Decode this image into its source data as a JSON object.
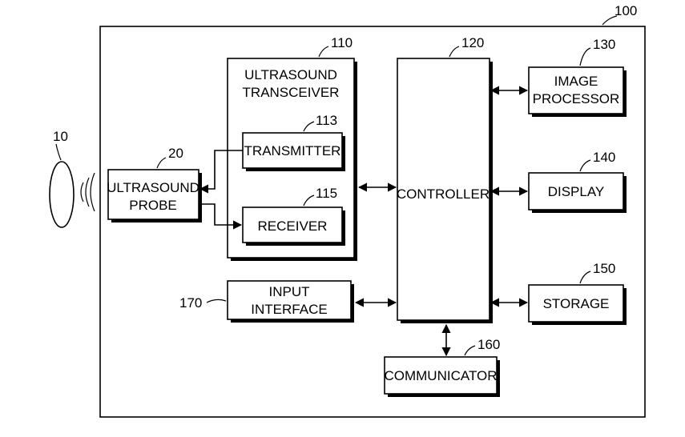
{
  "system": {
    "ref": "100"
  },
  "object": {
    "ref": "10"
  },
  "blocks": {
    "probe": {
      "ref": "20",
      "line1": "ULTRASOUND",
      "line2": "PROBE"
    },
    "transceiver": {
      "ref": "110",
      "line1": "ULTRASOUND",
      "line2": "TRANSCEIVER"
    },
    "transmitter": {
      "ref": "113",
      "label": "TRANSMITTER"
    },
    "receiver": {
      "ref": "115",
      "label": "RECEIVER"
    },
    "controller": {
      "ref": "120",
      "label": "CONTROLLER"
    },
    "image_processor": {
      "ref": "130",
      "line1": "IMAGE",
      "line2": "PROCESSOR"
    },
    "display": {
      "ref": "140",
      "label": "DISPLAY"
    },
    "storage": {
      "ref": "150",
      "label": "STORAGE"
    },
    "communicator": {
      "ref": "160",
      "label": "COMMUNICATOR"
    },
    "input_interface": {
      "ref": "170",
      "line1": "INPUT",
      "line2": "INTERFACE"
    }
  }
}
